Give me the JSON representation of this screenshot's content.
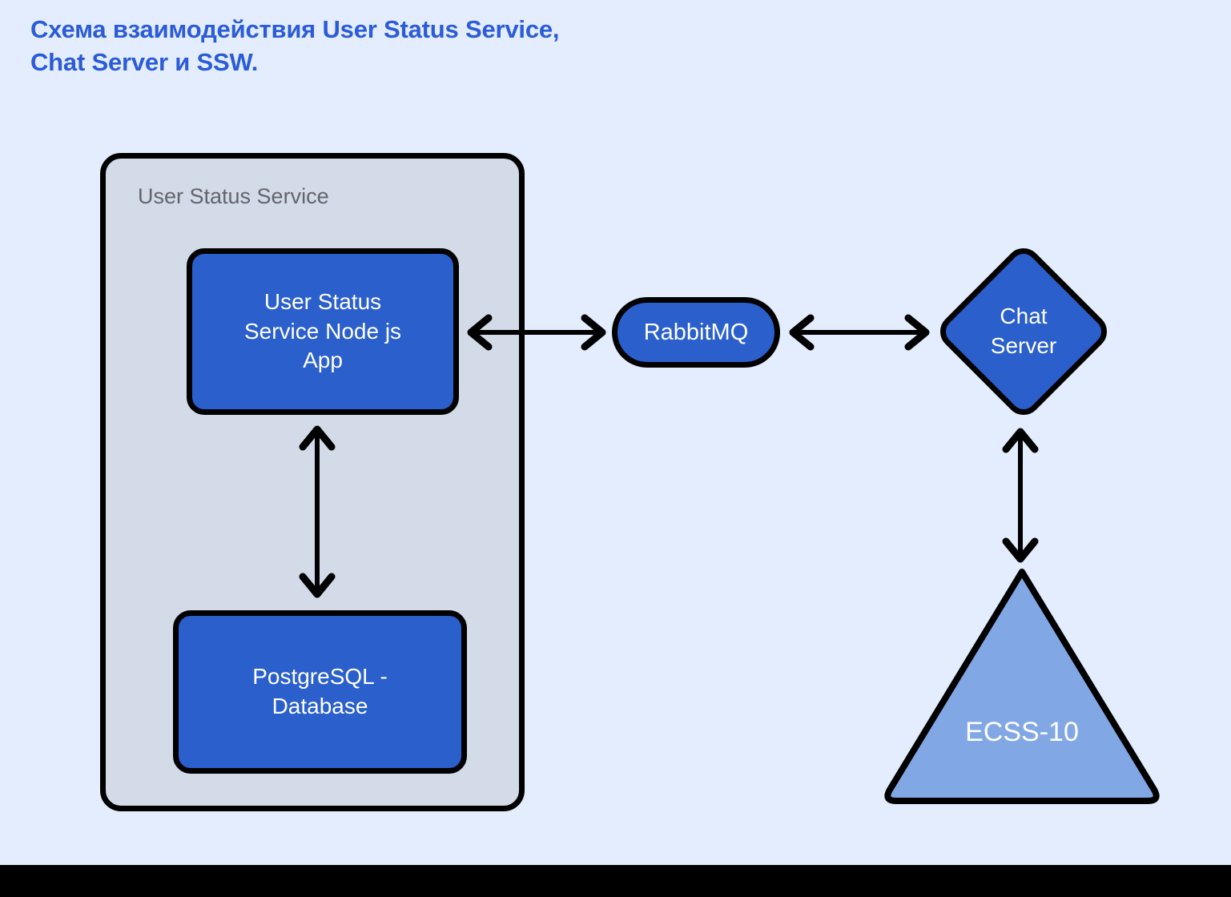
{
  "page": {
    "title": "Схема взаимодействия User Status Service,\nChat Server и SSW.",
    "background_color": "#e3edfd",
    "title_color": "#2b5bd7",
    "bottom_bar_color": "#000000"
  },
  "diagram": {
    "group": {
      "label": "User Status Service",
      "fill": "#d3dae8",
      "stroke": "#000000",
      "label_color": "#62656b"
    },
    "nodes": [
      {
        "id": "user-status-service-node-js-app",
        "label": "User Status\nService Node js\nApp",
        "shape": "rounded-rect",
        "fill": "#2a5fcc",
        "text_color": "#ffffff"
      },
      {
        "id": "postgresql-database",
        "label": "PostgreSQL -\nDatabase",
        "shape": "rounded-rect",
        "fill": "#2a5fcc",
        "text_color": "#ffffff"
      },
      {
        "id": "rabbitmq",
        "label": "RabbitMQ",
        "shape": "stadium",
        "fill": "#2a5fcc",
        "text_color": "#ffffff"
      },
      {
        "id": "chat-server",
        "label": "Chat\nServer",
        "shape": "diamond",
        "fill": "#2a5fcc",
        "text_color": "#ffffff"
      },
      {
        "id": "ecss-10",
        "label": "ECSS-10",
        "shape": "triangle",
        "fill": "#82a7e5",
        "text_color": "#ffffff"
      }
    ],
    "edges": [
      {
        "id": "edge-usersvc-rabbitmq",
        "from": "user-status-service-node-js-app",
        "to": "rabbitmq",
        "direction": "bidirectional",
        "orientation": "horizontal"
      },
      {
        "id": "edge-rabbitmq-chatserver",
        "from": "rabbitmq",
        "to": "chat-server",
        "direction": "bidirectional",
        "orientation": "horizontal"
      },
      {
        "id": "edge-usersvc-postgres",
        "from": "user-status-service-node-js-app",
        "to": "postgresql-database",
        "direction": "bidirectional",
        "orientation": "vertical"
      },
      {
        "id": "edge-chatserver-ecss",
        "from": "chat-server",
        "to": "ecss-10",
        "direction": "bidirectional",
        "orientation": "vertical"
      }
    ]
  }
}
